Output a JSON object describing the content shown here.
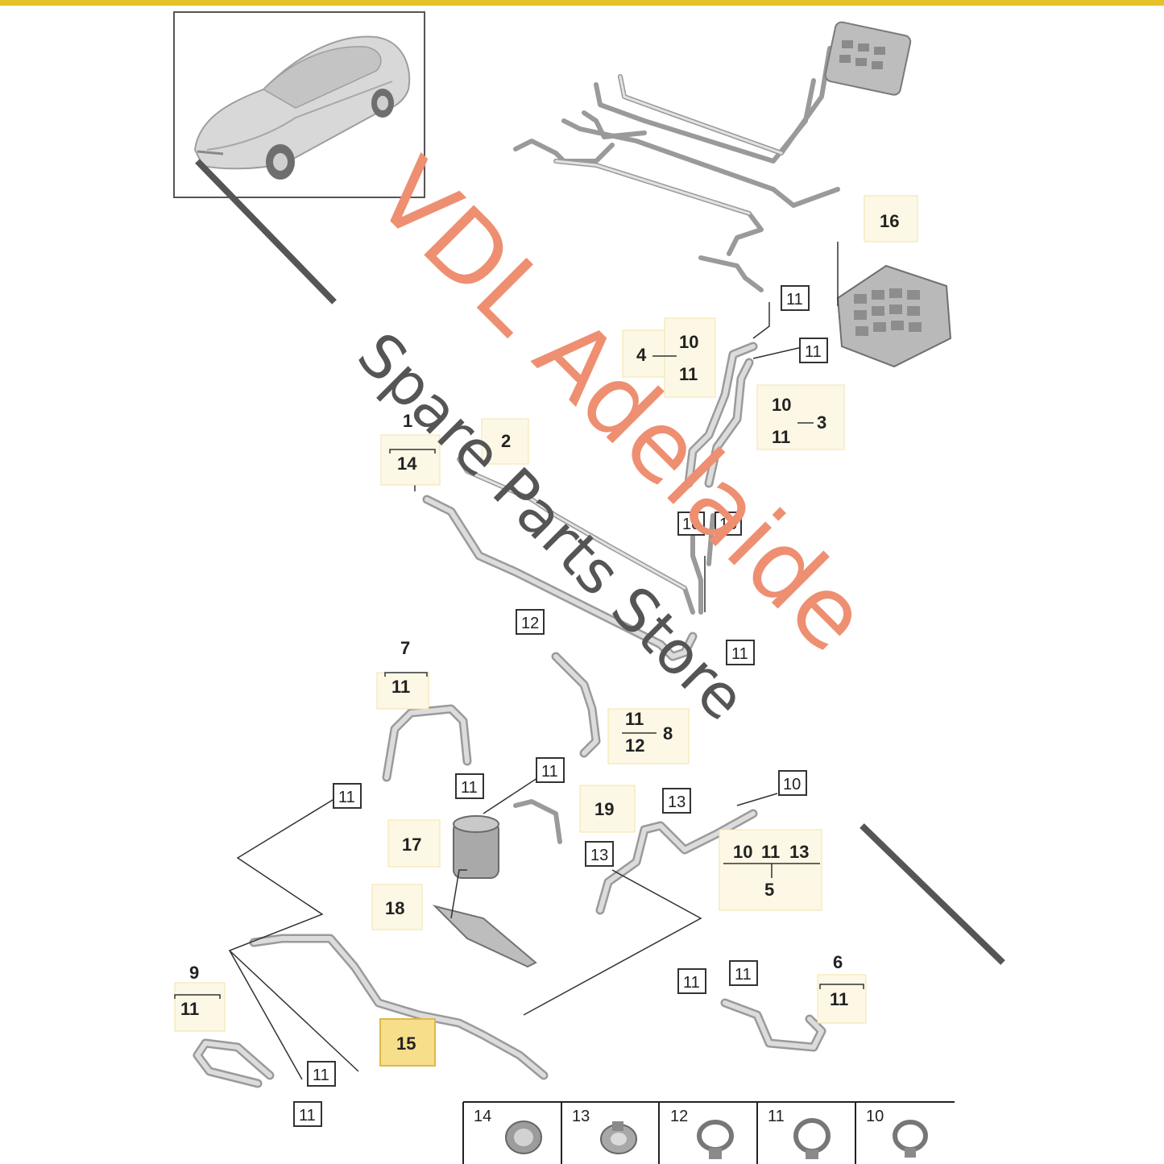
{
  "watermark": {
    "line1": "VDL Adelaide",
    "line2": "Spare Parts Store",
    "color_line1": "#ee8f72",
    "color_line2": "#555555"
  },
  "colors": {
    "top_bar": "#e6c229",
    "highlight_fill": "#f7de8a",
    "highlight_stroke": "#e0b84a"
  },
  "thumbnail": {
    "icon": "car-silhouette-icon"
  },
  "callouts": {
    "c1": "1",
    "c2": "2",
    "c3": "3",
    "c4": "4",
    "c5": "5",
    "c6": "6",
    "c7": "7",
    "c8": "8",
    "c9": "9",
    "c15": "15",
    "c16": "16",
    "c17": "17",
    "c18": "18",
    "c19": "19"
  },
  "boxed_labels": {
    "b10": "10",
    "b11": "11",
    "b12": "12",
    "b13": "13",
    "b14": "14"
  },
  "legend": [
    {
      "num": "14",
      "icon": "sleeve-clamp-icon"
    },
    {
      "num": "13",
      "icon": "spring-clip-icon"
    },
    {
      "num": "12",
      "icon": "hose-clamp-icon"
    },
    {
      "num": "11",
      "icon": "hose-clamp-icon"
    },
    {
      "num": "10",
      "icon": "hose-clamp-icon"
    }
  ]
}
